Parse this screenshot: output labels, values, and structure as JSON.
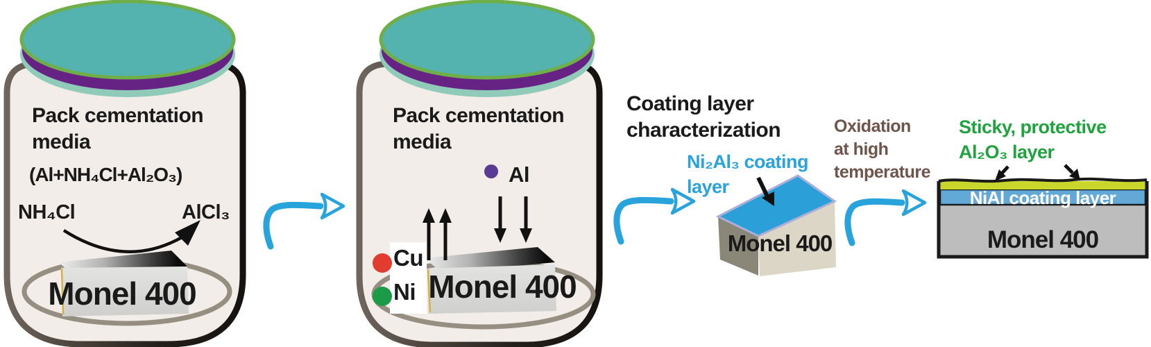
{
  "figure": {
    "type": "process-schematic",
    "steps": [
      "pack-cementation-setup",
      "pack-cementation-reaction",
      "coating-characterization",
      "oxidation-result"
    ]
  },
  "jar1": {
    "title": "Pack cementation\nmedia",
    "formula": "(Al+NH₄Cl+Al₂O₃)",
    "reactant": "NH₄Cl",
    "product": "AlCl₃",
    "substrate": "Monel 400"
  },
  "jar2": {
    "title": "Pack cementation\nmedia",
    "al_particle": "Al",
    "cu_particle": "Cu",
    "ni_particle": "Ni",
    "substrate": "Monel 400"
  },
  "step3": {
    "heading": "Coating layer\ncharacterization",
    "coating_label": "Ni₂Al₃ coating\nlayer",
    "substrate": "Monel 400"
  },
  "step4": {
    "process_label": "Oxidation\nat high\ntemperature",
    "oxide_label": "Sticky, protective\nAl₂O₃ layer",
    "coating_layer": "NiAl coating layer",
    "substrate": "Monel 400"
  },
  "colors": {
    "flow_arrow_blue": "#29a3dc",
    "coating_text_blue": "#29a3dc",
    "box_top_blue": "#2b9fd8",
    "nial_layer_blue": "#63a9d8",
    "oxide_yellow": "#c9d62b",
    "green_text": "#1fa33c",
    "brown_text": "#6e544a",
    "lid_teal": "#54b2af",
    "lid_rim_green": "#6eaf49",
    "lid_purple": "#662383",
    "lid_mint": "#90cbb9",
    "jar_fill": "#f2ede9",
    "substrate_gray": "#bdbdbd",
    "cu_dot_red": "#e23b30",
    "ni_dot_green": "#1b9a47",
    "al_dot_purple": "#5a3b93"
  }
}
